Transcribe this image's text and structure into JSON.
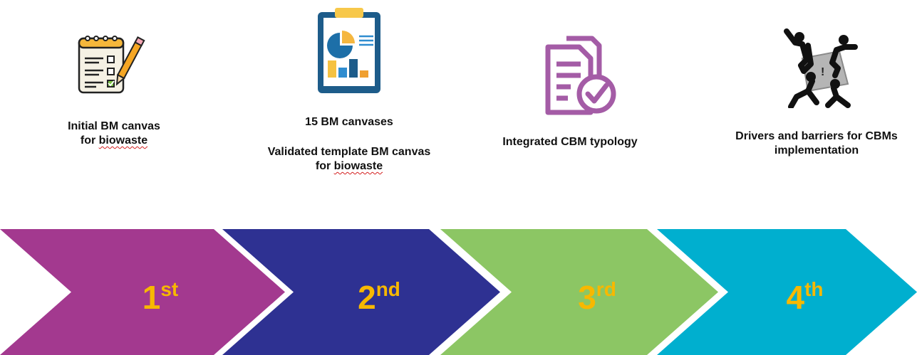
{
  "steps": [
    {
      "label_lines": [
        {
          "text": "Initial BM canvas"
        },
        {
          "text": "for ",
          "flagged": "biowaste"
        }
      ],
      "number": "1",
      "suffix": "st",
      "color": "#a3398f",
      "icon": "checklist-pencil-icon"
    },
    {
      "label_lines": [
        {
          "text": "15 BM canvases"
        },
        {
          "gap": true
        },
        {
          "text": "Validated template BM canvas"
        },
        {
          "text": "for ",
          "flagged": "biowaste"
        }
      ],
      "number": "2",
      "suffix": "nd",
      "color": "#2e3192",
      "icon": "clipboard-chart-icon"
    },
    {
      "label_lines": [
        {
          "text": "Integrated CBM typology"
        }
      ],
      "number": "3",
      "suffix": "rd",
      "color": "#8cc664",
      "icon": "documents-check-icon"
    },
    {
      "label_lines": [
        {
          "text": "Drivers and barriers for CBMs"
        },
        {
          "text": "implementation"
        }
      ],
      "number": "4",
      "suffix": "th",
      "color": "#00afcf",
      "icon": "tug-of-war-icon"
    }
  ],
  "colors": {
    "ordinal_text": "#f7b800",
    "label_text": "#111111",
    "spellcheck": "#d42020"
  }
}
